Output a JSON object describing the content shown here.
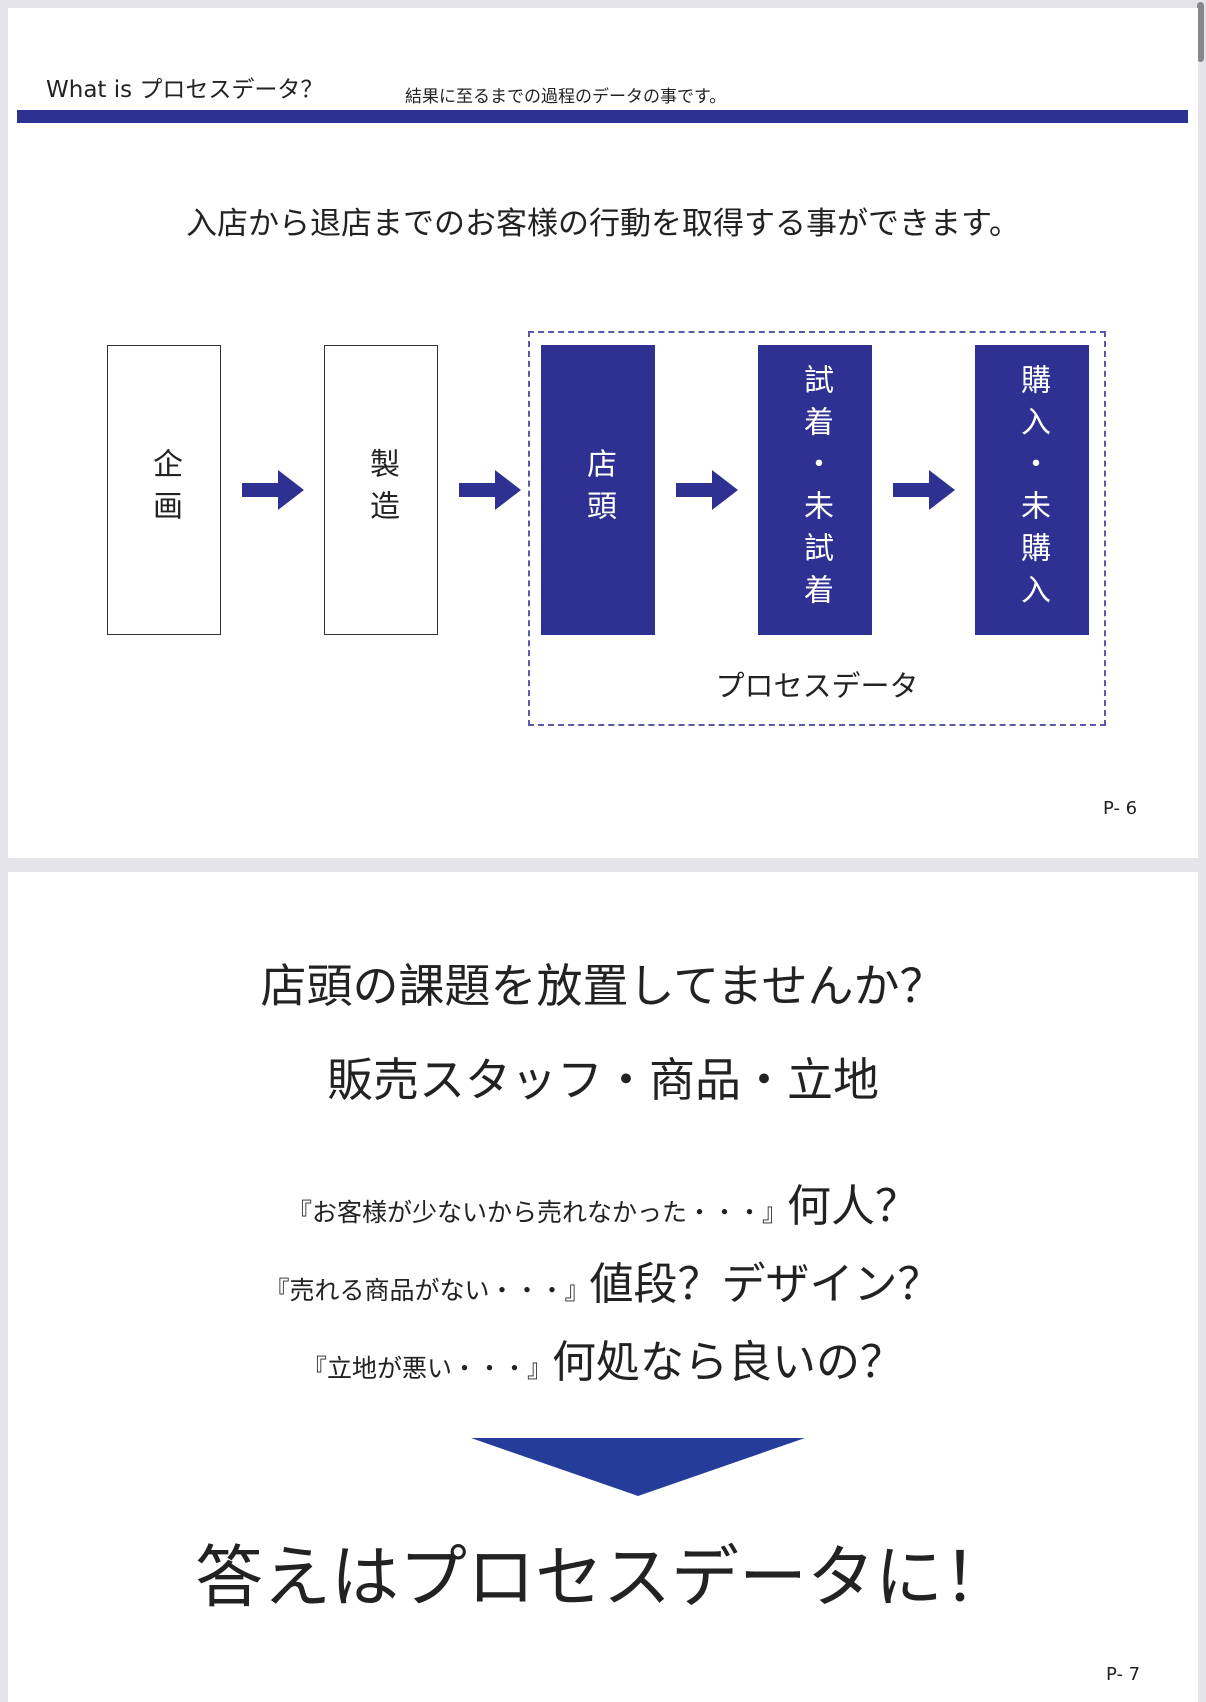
{
  "slide1": {
    "header_title": "What is プロセスデータ？",
    "header_subtitle": "結果に至るまでの過程のデータの事です。",
    "lead": "入店から退店までのお客様の行動を取得する事ができます。",
    "steps": [
      "企画",
      "製造",
      "店頭",
      "試着・未試着",
      "購入・未購入"
    ],
    "group_label": "プロセスデータ",
    "page_number": "P- 6",
    "accent_color": "#2e3192"
  },
  "slide2": {
    "title": "店頭の課題を放置してませんか？",
    "subtitle": "販売スタッフ・商品・立地",
    "lines": [
      {
        "quote": "『お客様が少ないから売れなかった・・・』",
        "question": "何人？"
      },
      {
        "quote": "『売れる商品がない・・・』",
        "question": "値段？デザイン？"
      },
      {
        "quote": "『立地が悪い・・・』",
        "question": "何処なら良いの？"
      }
    ],
    "answer": "答えはプロセスデータに！",
    "page_number": "P- 7"
  }
}
